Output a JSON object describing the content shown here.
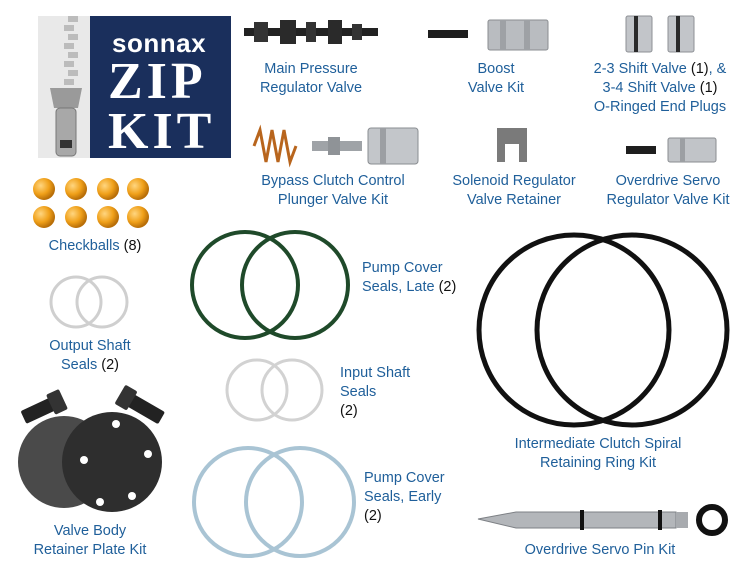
{
  "logo": {
    "brand": "sonnax",
    "product_line1": "ZIP",
    "product_line2": "KIT",
    "colors": {
      "navy": "#1a2f5c",
      "zipper": "#bdbdbd"
    }
  },
  "parts": {
    "main_pressure": {
      "line1": "Main Pressure",
      "line2": "Regulator Valve"
    },
    "boost": {
      "line1": "Boost",
      "line2": "Valve Kit"
    },
    "shift": {
      "line1a": "2-3 Shift Valve ",
      "line1b": "(1)",
      "line1c": ", &",
      "line2a": "3-4 Shift Valve ",
      "line2b": "(1)",
      "line3": "O-Ringed End Plugs"
    },
    "bypass": {
      "line1": "Bypass Clutch Control",
      "line2": "Plunger Valve Kit"
    },
    "solenoid": {
      "line1": "Solenoid Regulator",
      "line2": "Valve Retainer"
    },
    "overdrive_servo_reg": {
      "line1": "Overdrive Servo",
      "line2": "Regulator Valve Kit"
    },
    "checkballs": {
      "label": "Checkballs ",
      "count": "(8)"
    },
    "pump_late": {
      "line1": "Pump Cover",
      "line2": "Seals, Late ",
      "count": "(2)"
    },
    "output_shaft": {
      "line1": "Output Shaft",
      "line2": "Seals ",
      "count": "(2)"
    },
    "input_shaft": {
      "line1": "Input Shaft",
      "line2": "Seals",
      "count": "(2)"
    },
    "intermediate": {
      "line1": "Intermediate Clutch Spiral",
      "line2": "Retaining Ring Kit"
    },
    "valve_body": {
      "line1": "Valve Body",
      "line2": "Retainer Plate Kit"
    },
    "pump_early": {
      "line1": "Pump Cover",
      "line2": "Seals, Early",
      "count": "(2)"
    },
    "servo_pin": {
      "line1": "Overdrive Servo Pin Kit"
    }
  },
  "colors": {
    "label": "#1f5f9a",
    "orange_ball": "#f0a019",
    "green_seal": "#1f4a2a",
    "grey_seal": "#cfcfcf",
    "blue_seal": "#a9c4d4",
    "black_ring": "#111111"
  }
}
